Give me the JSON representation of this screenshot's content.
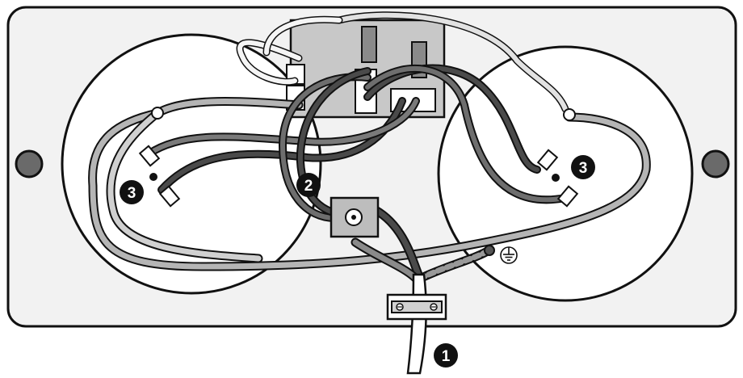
{
  "diagram": {
    "callouts": [
      {
        "id": "callout-1",
        "label": "1"
      },
      {
        "id": "callout-2",
        "label": "2"
      },
      {
        "id": "callout-3-left",
        "label": "3"
      },
      {
        "id": "callout-3-right",
        "label": "3"
      }
    ],
    "colors": {
      "outline": "#111111",
      "panel": "#f2f2f2",
      "lamp_face": "#ffffff",
      "terminal_board": "#c8c8c8",
      "wire_dark": "#4a4a4a",
      "wire_medium": "#7a7a7a",
      "wire_light": "#b0b0b0",
      "wire_white": "#f5f5f5",
      "mount_hole": "#6a6a6a",
      "callout_fill": "#111111"
    },
    "icons": [
      "ground-symbol-icon",
      "screw-icon"
    ]
  }
}
